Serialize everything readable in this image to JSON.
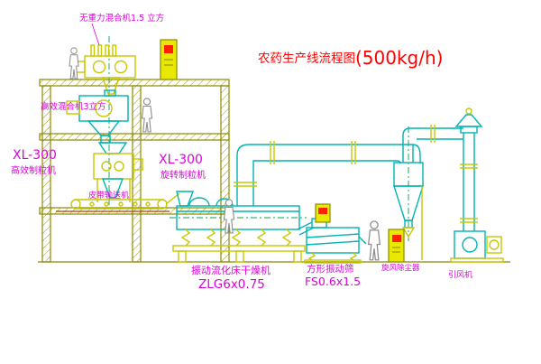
{
  "title": {
    "text": "农药生产线流程图",
    "capacity": "(500kg/h)"
  },
  "labels": {
    "gravity_mixer": "无重力混合机1.5 立方",
    "high_mixer": "高效混合机3立方",
    "granulator_left_model": "XL-300",
    "granulator_left_name": "高效制粒机",
    "granulator_model": "XL-300",
    "granulator_name": "旋转制粒机",
    "belt_conveyor": "皮带输送机",
    "dryer_name": "振动流化床干燥机",
    "dryer_model": "ZLG6x0.75",
    "screen_name": "方形振动筛",
    "screen_model": "FS0.6x1.5",
    "cyclone": "旋风除尘器",
    "fan": "引风机"
  },
  "colors": {
    "structure_olive": "#8a8a00",
    "equipment_yellow": "#c8c800",
    "equipment_cyan": "#00b4b4",
    "label_magenta": "#dd00dd",
    "title_red": "#ff0000",
    "centerline_green": "#00a050",
    "belt_red": "#b43c00"
  }
}
